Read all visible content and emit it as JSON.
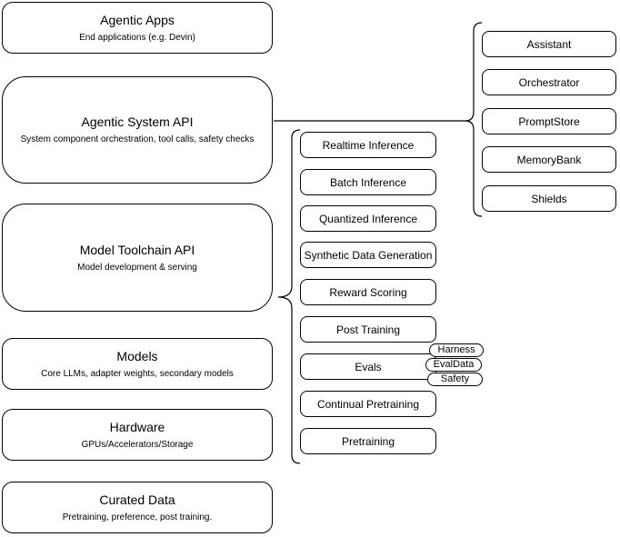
{
  "diagram": {
    "stack_layers": [
      {
        "title": "Agentic Apps",
        "subtitle": "End applications (e.g. Devin)"
      },
      {
        "title": "Agentic System API",
        "subtitle": "System component orchestration, tool calls, safety checks"
      },
      {
        "title": "Model Toolchain API",
        "subtitle": "Model development & serving"
      },
      {
        "title": "Models",
        "subtitle": "Core LLMs, adapter weights, secondary models"
      },
      {
        "title": "Hardware",
        "subtitle": "GPUs/Accelerators/Storage"
      },
      {
        "title": "Curated Data",
        "subtitle": "Pretraining, preference, post training."
      }
    ],
    "toolchain_services": [
      "Realtime Inference",
      "Batch Inference",
      "Quantized Inference",
      "Synthetic Data Generation",
      "Reward Scoring",
      "Post Training",
      "Evals",
      "Continual Pretraining",
      "Pretraining"
    ],
    "eval_components": [
      "Harness",
      "EvalData",
      "Safety"
    ],
    "system_components": [
      "Assistant",
      "Orchestrator",
      "PromptStore",
      "MemoryBank",
      "Shields"
    ],
    "colors": {
      "border": "#000000",
      "background": "#ffffff",
      "text": "#000000"
    }
  }
}
